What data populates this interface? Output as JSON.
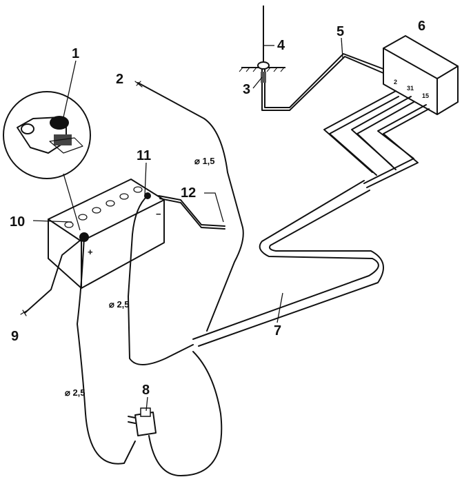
{
  "labels": {
    "l1": "1",
    "l2": "2",
    "l3": "3",
    "l4": "4",
    "l5": "5",
    "l6": "6",
    "l7": "7",
    "l8": "8",
    "l9": "9",
    "l10": "10",
    "l11": "11",
    "l12": "12"
  },
  "dimensions": {
    "d15": "⌀ 1,5",
    "d25_mid": "⌀ 2,5",
    "d25_low": "⌀ 2,5"
  },
  "terminals": {
    "t1": "2",
    "t2": "31",
    "t3": "15"
  },
  "battery_signs": {
    "plus": "+",
    "minus": "−"
  }
}
